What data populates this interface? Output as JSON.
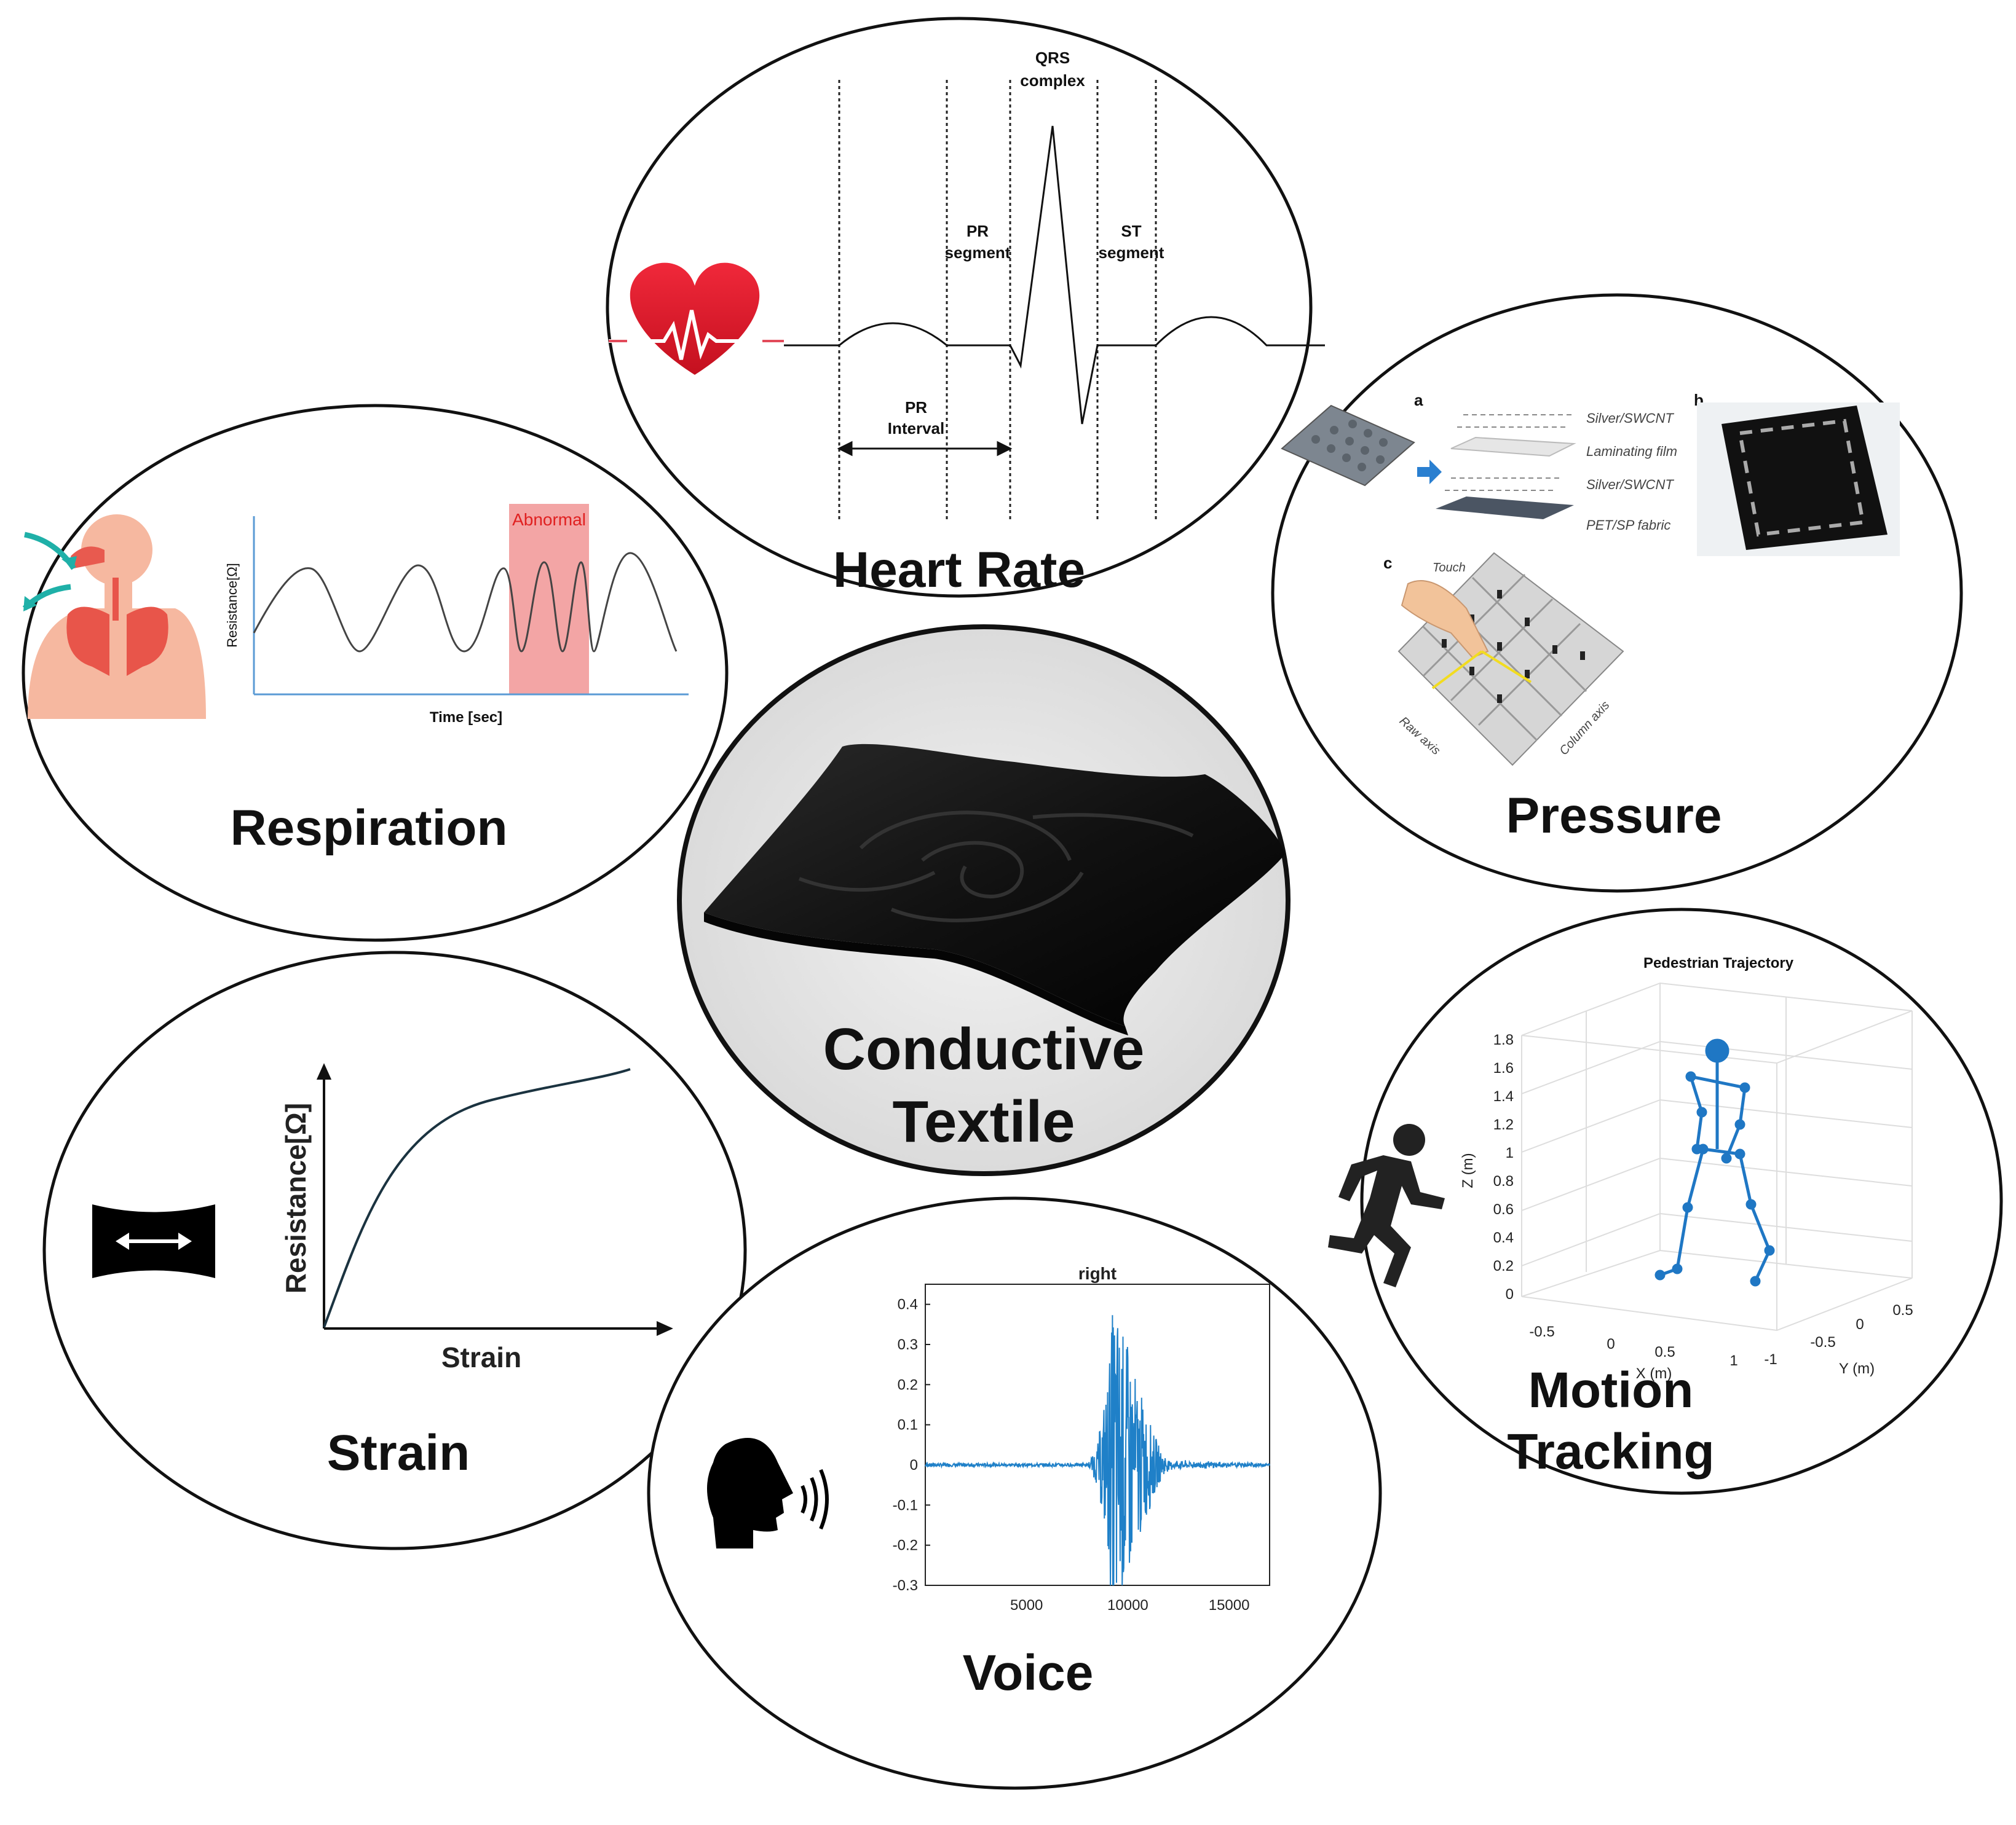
{
  "center": {
    "line1": "Conductive",
    "line2": "Textile"
  },
  "heart_rate": {
    "title": "Heart Rate",
    "labels": {
      "qrs": [
        "QRS",
        "complex"
      ],
      "pr_segment": [
        "PR",
        "segment"
      ],
      "st_segment": [
        "ST",
        "segment"
      ],
      "pr_interval": [
        "PR",
        "Interval"
      ]
    }
  },
  "respiration": {
    "title": "Respiration",
    "abnormal": "Abnormal",
    "ylabel": "Resistance[Ω]",
    "xlabel": "Time [sec]"
  },
  "pressure": {
    "title": "Pressure",
    "panel_a": "a",
    "panel_b": "b",
    "panel_c": "c",
    "layers": [
      "Silver/SWCNT",
      "Laminating film",
      "Silver/SWCNT",
      "PET/SP fabric"
    ],
    "touch": "Touch",
    "raw_axis": "Raw axis",
    "column_axis": "Column axis"
  },
  "strain": {
    "title": "Strain",
    "ylabel": "Resistance[Ω]",
    "xlabel": "Strain"
  },
  "voice": {
    "title": "Voice"
  },
  "motion": {
    "title_line1": "Motion",
    "title_line2": "Tracking"
  },
  "chart_data": [
    {
      "type": "line",
      "title": "right",
      "xlabel": "",
      "ylabel": "",
      "xlim": [
        0,
        17000
      ],
      "ylim": [
        -0.3,
        0.45
      ],
      "x_ticks": [
        5000,
        10000,
        15000
      ],
      "y_ticks": [
        0.4,
        0.3,
        0.2,
        0.1,
        0,
        -0.1,
        -0.2,
        -0.3
      ],
      "series": [
        {
          "values": [
            {
              "x": 0,
              "y": 0
            },
            {
              "x": 8000,
              "y": 0
            },
            {
              "x": 8500,
              "y": 0.05
            },
            {
              "x": 9000,
              "y": 0.22
            },
            {
              "x": 9300,
              "y": 0.43
            },
            {
              "x": 9700,
              "y": 0.35
            },
            {
              "x": 10000,
              "y": 0.3
            },
            {
              "x": 10500,
              "y": 0.2
            },
            {
              "x": 11000,
              "y": 0.12
            },
            {
              "x": 11500,
              "y": 0.05
            },
            {
              "x": 12000,
              "y": 0.01
            },
            {
              "x": 17000,
              "y": 0
            }
          ]
        }
      ],
      "colors": {
        "signal": "#1f80c8"
      }
    },
    {
      "type": "scatter",
      "title": "Pedestrian Trajectory",
      "xlabel": "X (m)",
      "ylabel": "Y (m)",
      "zlabel": "Z (m)",
      "z_ticks": [
        0,
        0.2,
        0.4,
        0.6,
        0.8,
        1,
        1.2,
        1.4,
        1.6,
        1.8
      ],
      "x_ticks": [
        -0.5,
        0,
        0.5,
        1
      ],
      "y_ticks": [
        -1,
        -0.5,
        0,
        0.5
      ],
      "colors": {
        "skeleton": "#1f77c4"
      }
    }
  ]
}
